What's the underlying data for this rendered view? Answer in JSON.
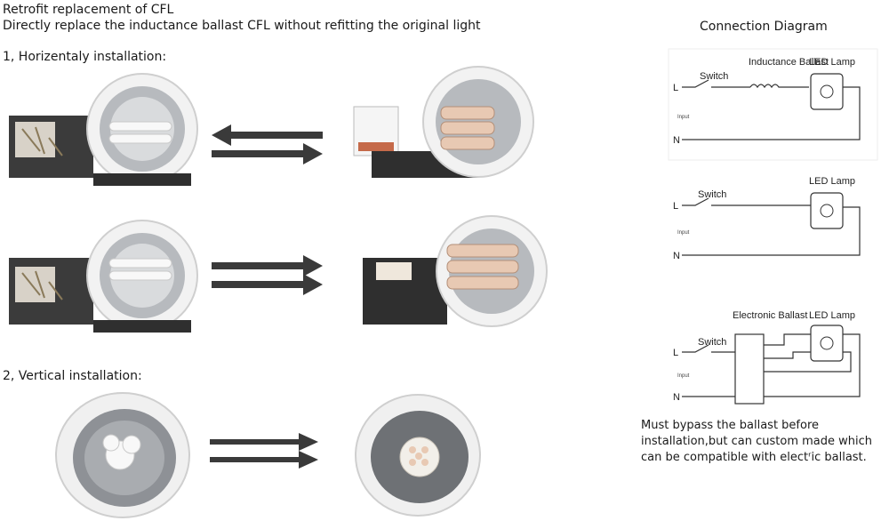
{
  "header": {
    "title": "Retrofit replacement of CFL",
    "subtitle": "Directly replace the inductance ballast CFL without refitting the original light"
  },
  "sections": {
    "horizontal": "1, Horizentaly installation:",
    "vertical": "2, Vertical installation:"
  },
  "diagram": {
    "title": "Connection Diagram",
    "panels": [
      {
        "switch": "Switch",
        "component": "Inductance Ballast",
        "lamp": "LED Lamp",
        "live": "L",
        "neutral": "N",
        "input": "Input"
      },
      {
        "switch": "Switch",
        "lamp": "LED Lamp",
        "live": "L",
        "neutral": "N",
        "input": "Input"
      },
      {
        "switch": "Switch",
        "component": "Electronic Ballast",
        "lamp": "LED Lamp",
        "live": "L",
        "neutral": "N",
        "input": "Input"
      }
    ],
    "note": "Must bypass the ballast before installation,but can custom made which can be compatible with electʳic ballast."
  },
  "colors": {
    "arrow": "#3a3a3a",
    "led": "#e8c9b3",
    "housing": "#f4f4f4",
    "reflector": "#b9bcc0"
  }
}
